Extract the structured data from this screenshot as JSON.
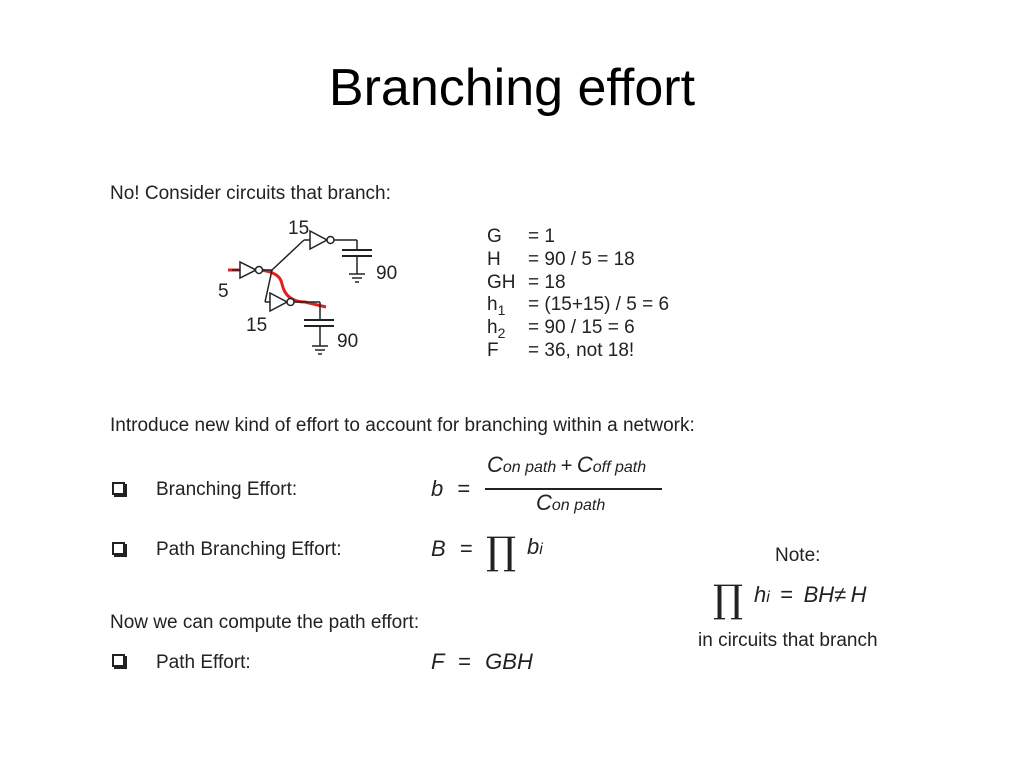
{
  "slide": {
    "title": "Branching effort",
    "intro": "No! Consider circuits that branch:",
    "introduce": "Introduce new kind of effort to account for branching within a network:",
    "now": "Now we can compute the path effort:"
  },
  "circuit": {
    "input_size": "5",
    "top_gate_size": "15",
    "bottom_gate_size": "15",
    "top_load": "90",
    "bottom_load": "90",
    "highlight_color": "#e02020"
  },
  "equations": [
    {
      "label": "G",
      "sub": "",
      "value": "= 1"
    },
    {
      "label": "H",
      "sub": "",
      "value": "= 90 / 5 = 18"
    },
    {
      "label": "GH",
      "sub": "",
      "value": "= 18"
    },
    {
      "label": "h",
      "sub": "1",
      "value": "= (15+15) / 5 = 6"
    },
    {
      "label": "h",
      "sub": "2",
      "value": "= 90 / 15 = 6"
    },
    {
      "label": "F",
      "sub": "",
      "value": "= 36, not 18!"
    }
  ],
  "items": {
    "branching": {
      "label": "Branching Effort:",
      "lhs": "b",
      "eq": "=",
      "num_c1": "C",
      "num_s1": "on path",
      "num_plus": "+",
      "num_c2": "C",
      "num_s2": "off path",
      "den_c": "C",
      "den_s": "on path"
    },
    "path_branching": {
      "label": "Path Branching Effort:",
      "lhs": "B",
      "eq": "=",
      "prod": "∏",
      "var": "b",
      "sub": "i"
    },
    "path_effort": {
      "label": "Path Effort:",
      "lhs": "F",
      "eq": "=",
      "rhs": "GBH"
    }
  },
  "note": {
    "heading": "Note:",
    "prod": "∏",
    "var": "h",
    "sub": "i",
    "eq": "=",
    "bh": "BH",
    "neq": "≠",
    "h": "H",
    "caption": "in circuits that branch"
  }
}
